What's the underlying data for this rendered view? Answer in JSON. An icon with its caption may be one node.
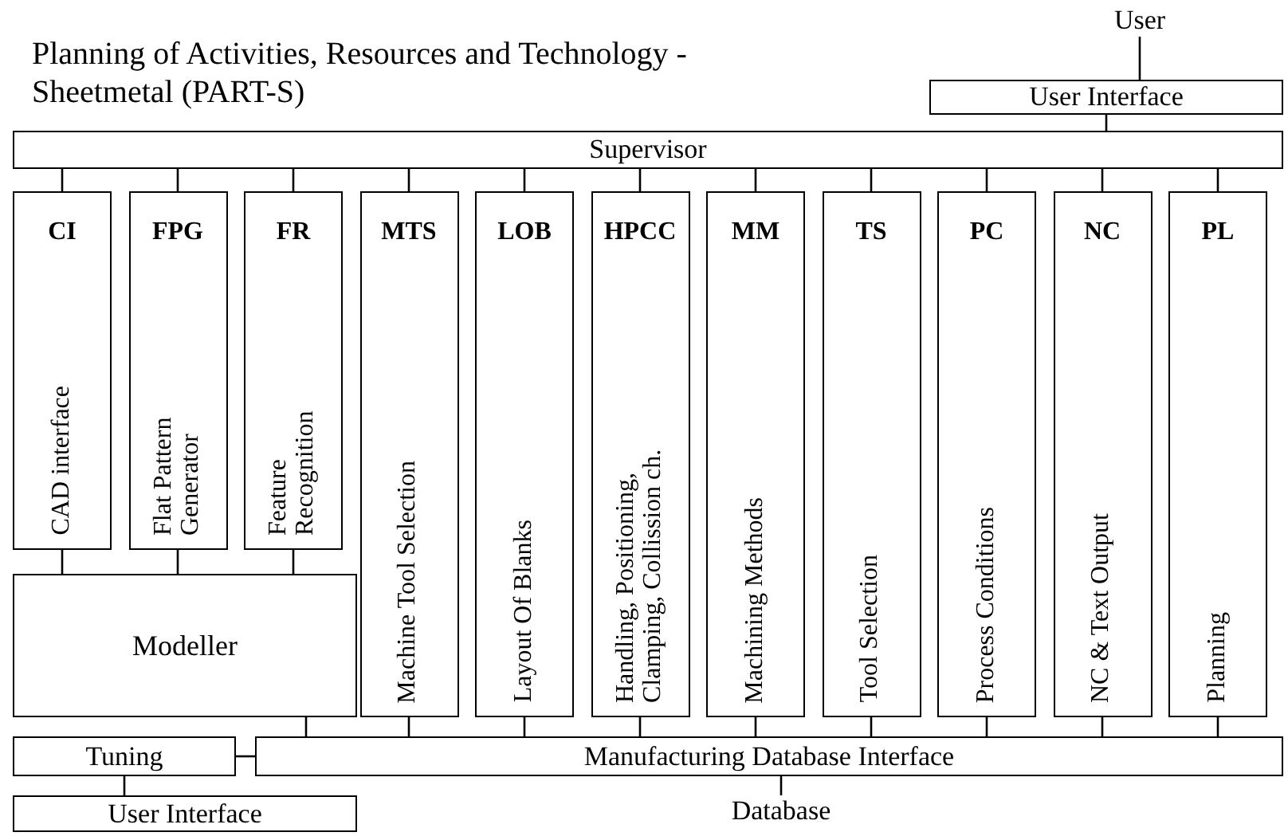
{
  "diagram": {
    "title": "Planning of Activities, Resources and Technology - Sheetmetal (PART-S)",
    "nodes": [
      {
        "text": [
          "User"
        ]
      },
      {
        "text": [
          "User Interface"
        ]
      },
      {
        "text": [
          "Supervisor"
        ]
      },
      {
        "text": [
          "CI",
          "CAD interface"
        ]
      },
      {
        "text": [
          "FPG",
          "Flat Pattern Generator"
        ]
      },
      {
        "text": [
          "FR",
          "Feature Recognition"
        ]
      },
      {
        "text": [
          "MTS",
          "Machine Tool Selection"
        ]
      },
      {
        "text": [
          "LOB",
          "Layout Of Blanks"
        ]
      },
      {
        "text": [
          "HPCC",
          "Handling, Positioning, Clamping, Collission ch."
        ]
      },
      {
        "text": [
          "MM",
          "Machining Methods"
        ]
      },
      {
        "text": [
          "TS",
          "Tool Selection"
        ]
      },
      {
        "text": [
          "PC",
          "Process Conditions"
        ]
      },
      {
        "text": [
          "NC",
          "NC & Text Output"
        ]
      },
      {
        "text": [
          "PL",
          "Planning"
        ]
      },
      {
        "text": [
          "Modeller"
        ]
      },
      {
        "text": [
          "Tuning"
        ]
      },
      {
        "text": [
          "Manufacturing Database Interface"
        ]
      },
      {
        "text": [
          "User Interface"
        ]
      },
      {
        "text": [
          "Database"
        ]
      }
    ],
    "edges": [
      {
        "from": 0,
        "to": 1,
        "arrow": "none"
      },
      {
        "from": 1,
        "to": 2,
        "arrow": "none"
      },
      {
        "from": 2,
        "to": 3,
        "arrow": "none"
      },
      {
        "from": 2,
        "to": 4,
        "arrow": "none"
      },
      {
        "from": 2,
        "to": 5,
        "arrow": "none"
      },
      {
        "from": 2,
        "to": 6,
        "arrow": "none"
      },
      {
        "from": 2,
        "to": 7,
        "arrow": "none"
      },
      {
        "from": 2,
        "to": 8,
        "arrow": "none"
      },
      {
        "from": 2,
        "to": 9,
        "arrow": "none"
      },
      {
        "from": 2,
        "to": 10,
        "arrow": "none"
      },
      {
        "from": 2,
        "to": 11,
        "arrow": "none"
      },
      {
        "from": 2,
        "to": 12,
        "arrow": "none"
      },
      {
        "from": 2,
        "to": 13,
        "arrow": "none"
      },
      {
        "from": 3,
        "to": 14,
        "arrow": "none"
      },
      {
        "from": 4,
        "to": 14,
        "arrow": "none"
      },
      {
        "from": 5,
        "to": 14,
        "arrow": "none"
      },
      {
        "from": 14,
        "to": 16,
        "arrow": "none"
      },
      {
        "from": 6,
        "to": 16,
        "arrow": "none"
      },
      {
        "from": 7,
        "to": 16,
        "arrow": "none"
      },
      {
        "from": 8,
        "to": 16,
        "arrow": "none"
      },
      {
        "from": 9,
        "to": 16,
        "arrow": "none"
      },
      {
        "from": 10,
        "to": 16,
        "arrow": "none"
      },
      {
        "from": 11,
        "to": 16,
        "arrow": "none"
      },
      {
        "from": 12,
        "to": 16,
        "arrow": "none"
      },
      {
        "from": 13,
        "to": 16,
        "arrow": "none"
      },
      {
        "from": 15,
        "to": 16,
        "arrow": "none"
      },
      {
        "from": 15,
        "to": 17,
        "arrow": "none"
      },
      {
        "from": 16,
        "to": 18,
        "arrow": "none"
      }
    ]
  }
}
